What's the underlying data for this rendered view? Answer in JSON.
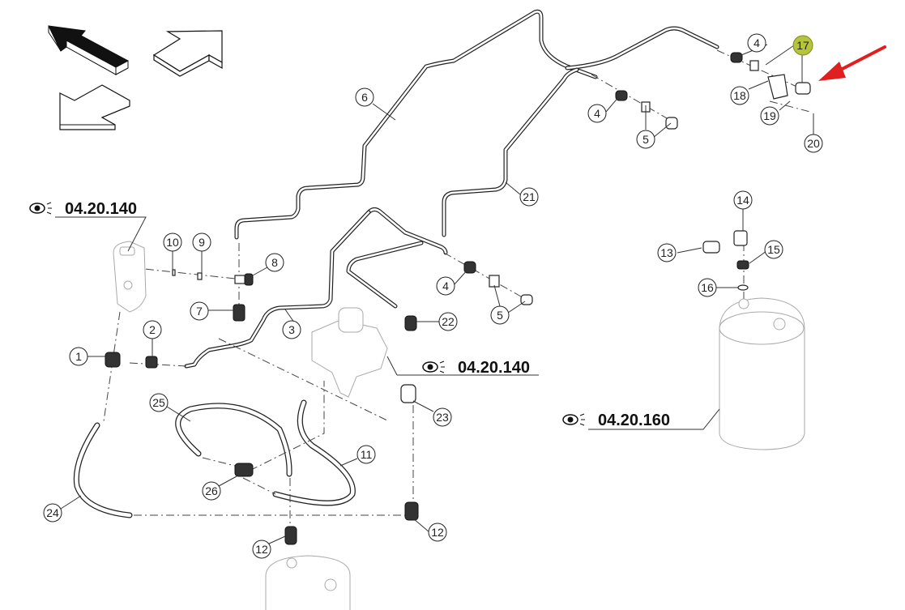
{
  "diagram": {
    "title": "Pneumatic piping assembly exploded view",
    "highlight_color": "#b5c43a",
    "arrow_color": "#e0201e",
    "navigation_arrows": [
      {
        "name": "nav-arrow-up-left-active",
        "direction": "up-left",
        "active": true
      },
      {
        "name": "nav-arrow-up-right",
        "direction": "up-right",
        "active": false
      },
      {
        "name": "nav-arrow-down-left",
        "direction": "down-left",
        "active": false
      }
    ],
    "references": [
      {
        "label": "04.20.140",
        "icon": "eye-icon"
      },
      {
        "label": "04.20.140",
        "icon": "eye-icon"
      },
      {
        "label": "04.20.160",
        "icon": "eye-icon"
      }
    ],
    "callouts": [
      {
        "num": "1"
      },
      {
        "num": "2"
      },
      {
        "num": "3"
      },
      {
        "num": "4"
      },
      {
        "num": "4"
      },
      {
        "num": "4"
      },
      {
        "num": "5"
      },
      {
        "num": "5"
      },
      {
        "num": "6"
      },
      {
        "num": "7"
      },
      {
        "num": "8"
      },
      {
        "num": "9"
      },
      {
        "num": "10"
      },
      {
        "num": "11"
      },
      {
        "num": "12"
      },
      {
        "num": "12"
      },
      {
        "num": "13"
      },
      {
        "num": "14"
      },
      {
        "num": "15"
      },
      {
        "num": "16"
      },
      {
        "num": "17",
        "highlighted": true
      },
      {
        "num": "18"
      },
      {
        "num": "19"
      },
      {
        "num": "20"
      },
      {
        "num": "21"
      },
      {
        "num": "22"
      },
      {
        "num": "23"
      },
      {
        "num": "24"
      },
      {
        "num": "25"
      },
      {
        "num": "26"
      }
    ]
  }
}
